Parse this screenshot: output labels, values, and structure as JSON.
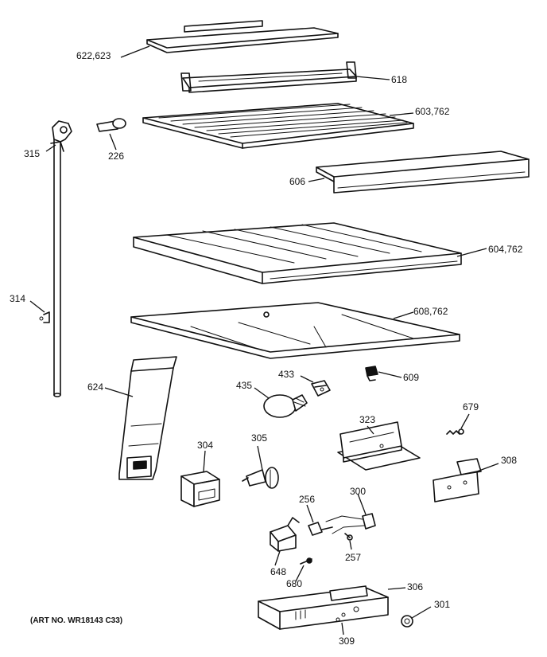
{
  "labels": {
    "p622": "622,623",
    "p618": "618",
    "p603": "603,762",
    "p315": "315",
    "p226": "226",
    "p606": "606",
    "p604": "604,762",
    "p314": "314",
    "p608": "608,762",
    "p624": "624",
    "p433": "433",
    "p609": "609",
    "p435": "435",
    "p323": "323",
    "p679": "679",
    "p304": "304",
    "p305": "305",
    "p308": "308",
    "p256": "256",
    "p300": "300",
    "p257": "257",
    "p648": "648",
    "p680": "680",
    "p306": "306",
    "p301": "301",
    "p309": "309"
  },
  "art_number": "(ART NO. WR18143 C33)"
}
